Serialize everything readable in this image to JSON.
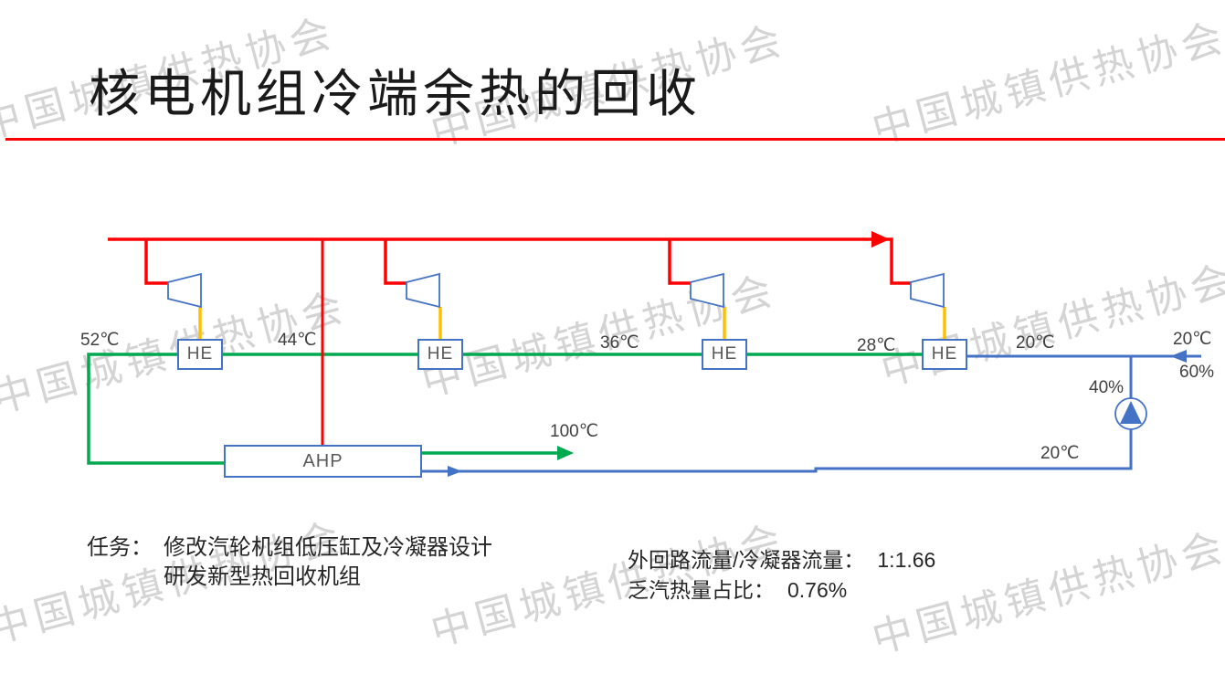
{
  "slide": {
    "title": "核电机组冷端余热的回收",
    "watermark_text": "中国城镇供热协会"
  },
  "diagram": {
    "he_label": "HE",
    "ahp_label": "AHP",
    "temps": {
      "t52": "52℃",
      "t44": "44℃",
      "t36": "36℃",
      "t28": "28℃",
      "t20_he4": "20℃",
      "t100_out": "100℃",
      "t20_inlet": "20℃",
      "t20_return": "20℃"
    },
    "percents": {
      "p60": "60%",
      "p40": "40%"
    },
    "colors": {
      "steam_red": "#FF0000",
      "heat_green": "#00A84F",
      "cooling_blue": "#4472C4",
      "exhaust_orange": "#FFC000"
    }
  },
  "notes": {
    "task_label": "任务：",
    "task_line1": "修改汽轮机组低压缸及冷凝器设计",
    "task_line2": "研发新型热回收机组",
    "ratio_label": "外回路流量/冷凝器流量：",
    "ratio_value": "1:1.66",
    "exhaust_label": "乏汽热量占比：",
    "exhaust_value": "0.76%"
  }
}
